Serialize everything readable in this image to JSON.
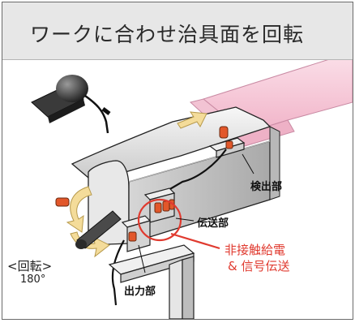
{
  "header": {
    "title": "ワークに合わせ治具面を回転"
  },
  "labels": {
    "detection": "検出部",
    "transmission": "伝送部",
    "output": "出力部",
    "rotation_label": "<回転>",
    "rotation_angle": "180°",
    "wireless_line1": "非接触給電",
    "wireless_line2": "& 信号伝送"
  },
  "colors": {
    "header_bg": "#e7e7e7",
    "pink_work": "#f7c6d6",
    "arrow_yellow": "#f4dc9a",
    "connector_orange": "#e2572a",
    "highlight_red": "#e03a2f"
  }
}
